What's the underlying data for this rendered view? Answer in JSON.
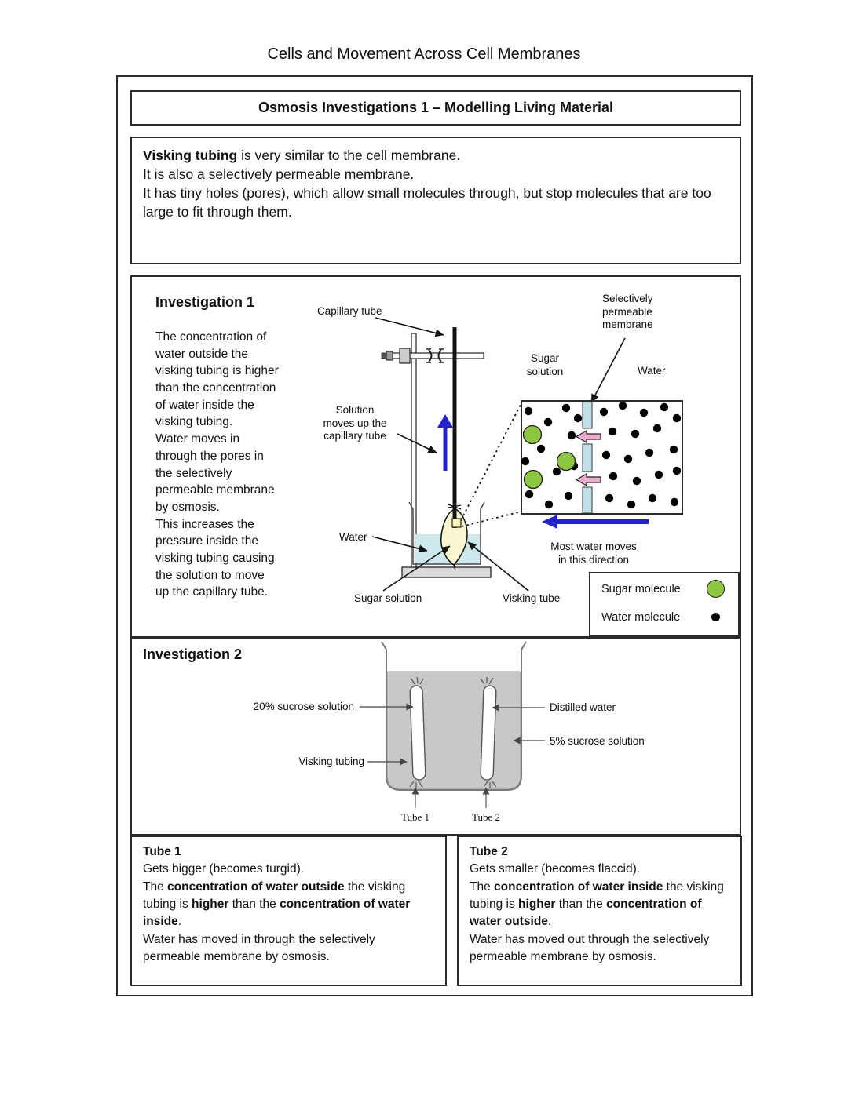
{
  "page": {
    "title": "Cells and Movement Across Cell Membranes"
  },
  "heading": {
    "title": "Osmosis Investigations 1 – Modelling Living Material"
  },
  "intro": {
    "paragraphs": [
      [
        {
          "t": "Visking tubing",
          "b": true
        },
        {
          "t": " is very similar to the cell membrane.",
          "b": false
        }
      ],
      [
        {
          "t": "It is also a selectively permeable membrane.",
          "b": false
        }
      ],
      [
        {
          "t": "It has tiny holes (pores), which allow small molecules through, but stop molecules that are too large to fit through them.",
          "b": false
        }
      ]
    ]
  },
  "inv1": {
    "title": "Investigation 1",
    "body": "The concentration of\nwater outside the\nvisking tubing is higher\nthan the concentration\nof water inside the\nvisking tubing.\nWater moves in\nthrough the pores in\nthe selectively\npermeable membrane\nby osmosis.\nThis increases the\npressure inside the\nvisking tubing causing\nthe solution to move\nup the capillary tube.",
    "labels": {
      "capillary_tube": "Capillary tube",
      "solution_moves": "Solution\nmoves up the\ncapillary tube",
      "water_beaker": "Water",
      "sugar_solution_beaker": "Sugar solution",
      "visking_tube": "Visking tube",
      "sugar_solution_inset": "Sugar\nsolution",
      "water_inset": "Water",
      "membrane": "Selectively\npermeable\nmembrane",
      "direction": "Most water moves\nin this direction"
    },
    "legend": {
      "sugar_label": "Sugar molecule",
      "water_label": "Water molecule"
    }
  },
  "inv2": {
    "title": "Investigation 2",
    "labels": {
      "sucrose20": "20% sucrose solution",
      "distilled": "Distilled water",
      "sucrose5": "5% sucrose solution",
      "visking": "Visking tubing",
      "tube1": "Tube 1",
      "tube2": "Tube 2"
    }
  },
  "tube1": {
    "title": "Tube 1",
    "lines": [
      [
        {
          "t": "Gets bigger (becomes turgid).",
          "b": false
        }
      ],
      [
        {
          "t": "The ",
          "b": false
        },
        {
          "t": "concentration of water outside",
          "b": true
        },
        {
          "t": " the visking tubing is ",
          "b": false
        },
        {
          "t": "higher",
          "b": true
        },
        {
          "t": " than the ",
          "b": false
        },
        {
          "t": "concentration of water inside",
          "b": true
        },
        {
          "t": ".",
          "b": false
        }
      ],
      [
        {
          "t": "Water has moved in through the selectively permeable membrane by osmosis.",
          "b": false
        }
      ]
    ]
  },
  "tube2": {
    "title": "Tube 2",
    "lines": [
      [
        {
          "t": "Gets smaller (becomes flaccid).",
          "b": false
        }
      ],
      [
        {
          "t": "The ",
          "b": false
        },
        {
          "t": "concentration of water inside",
          "b": true
        },
        {
          "t": " the visking tubing is ",
          "b": false
        },
        {
          "t": "higher",
          "b": true
        },
        {
          "t": " than the ",
          "b": false
        },
        {
          "t": "concentration of water outside",
          "b": true
        },
        {
          "t": ".",
          "b": false
        }
      ],
      [
        {
          "t": "Water has moved out through the selectively permeable membrane by osmosis.",
          "b": false
        }
      ]
    ]
  },
  "colors": {
    "sugar_molecule": "#8dc63f",
    "water_molecule": "#000000",
    "membrane_strip": "#bfe0e6",
    "beaker_water": "#cde9ec",
    "visking_fill": "#f9f7d0",
    "arrow_blue": "#2121cd",
    "arrow_pink": "#f0aacf",
    "inv2_liquid": "#c8c8c8"
  }
}
